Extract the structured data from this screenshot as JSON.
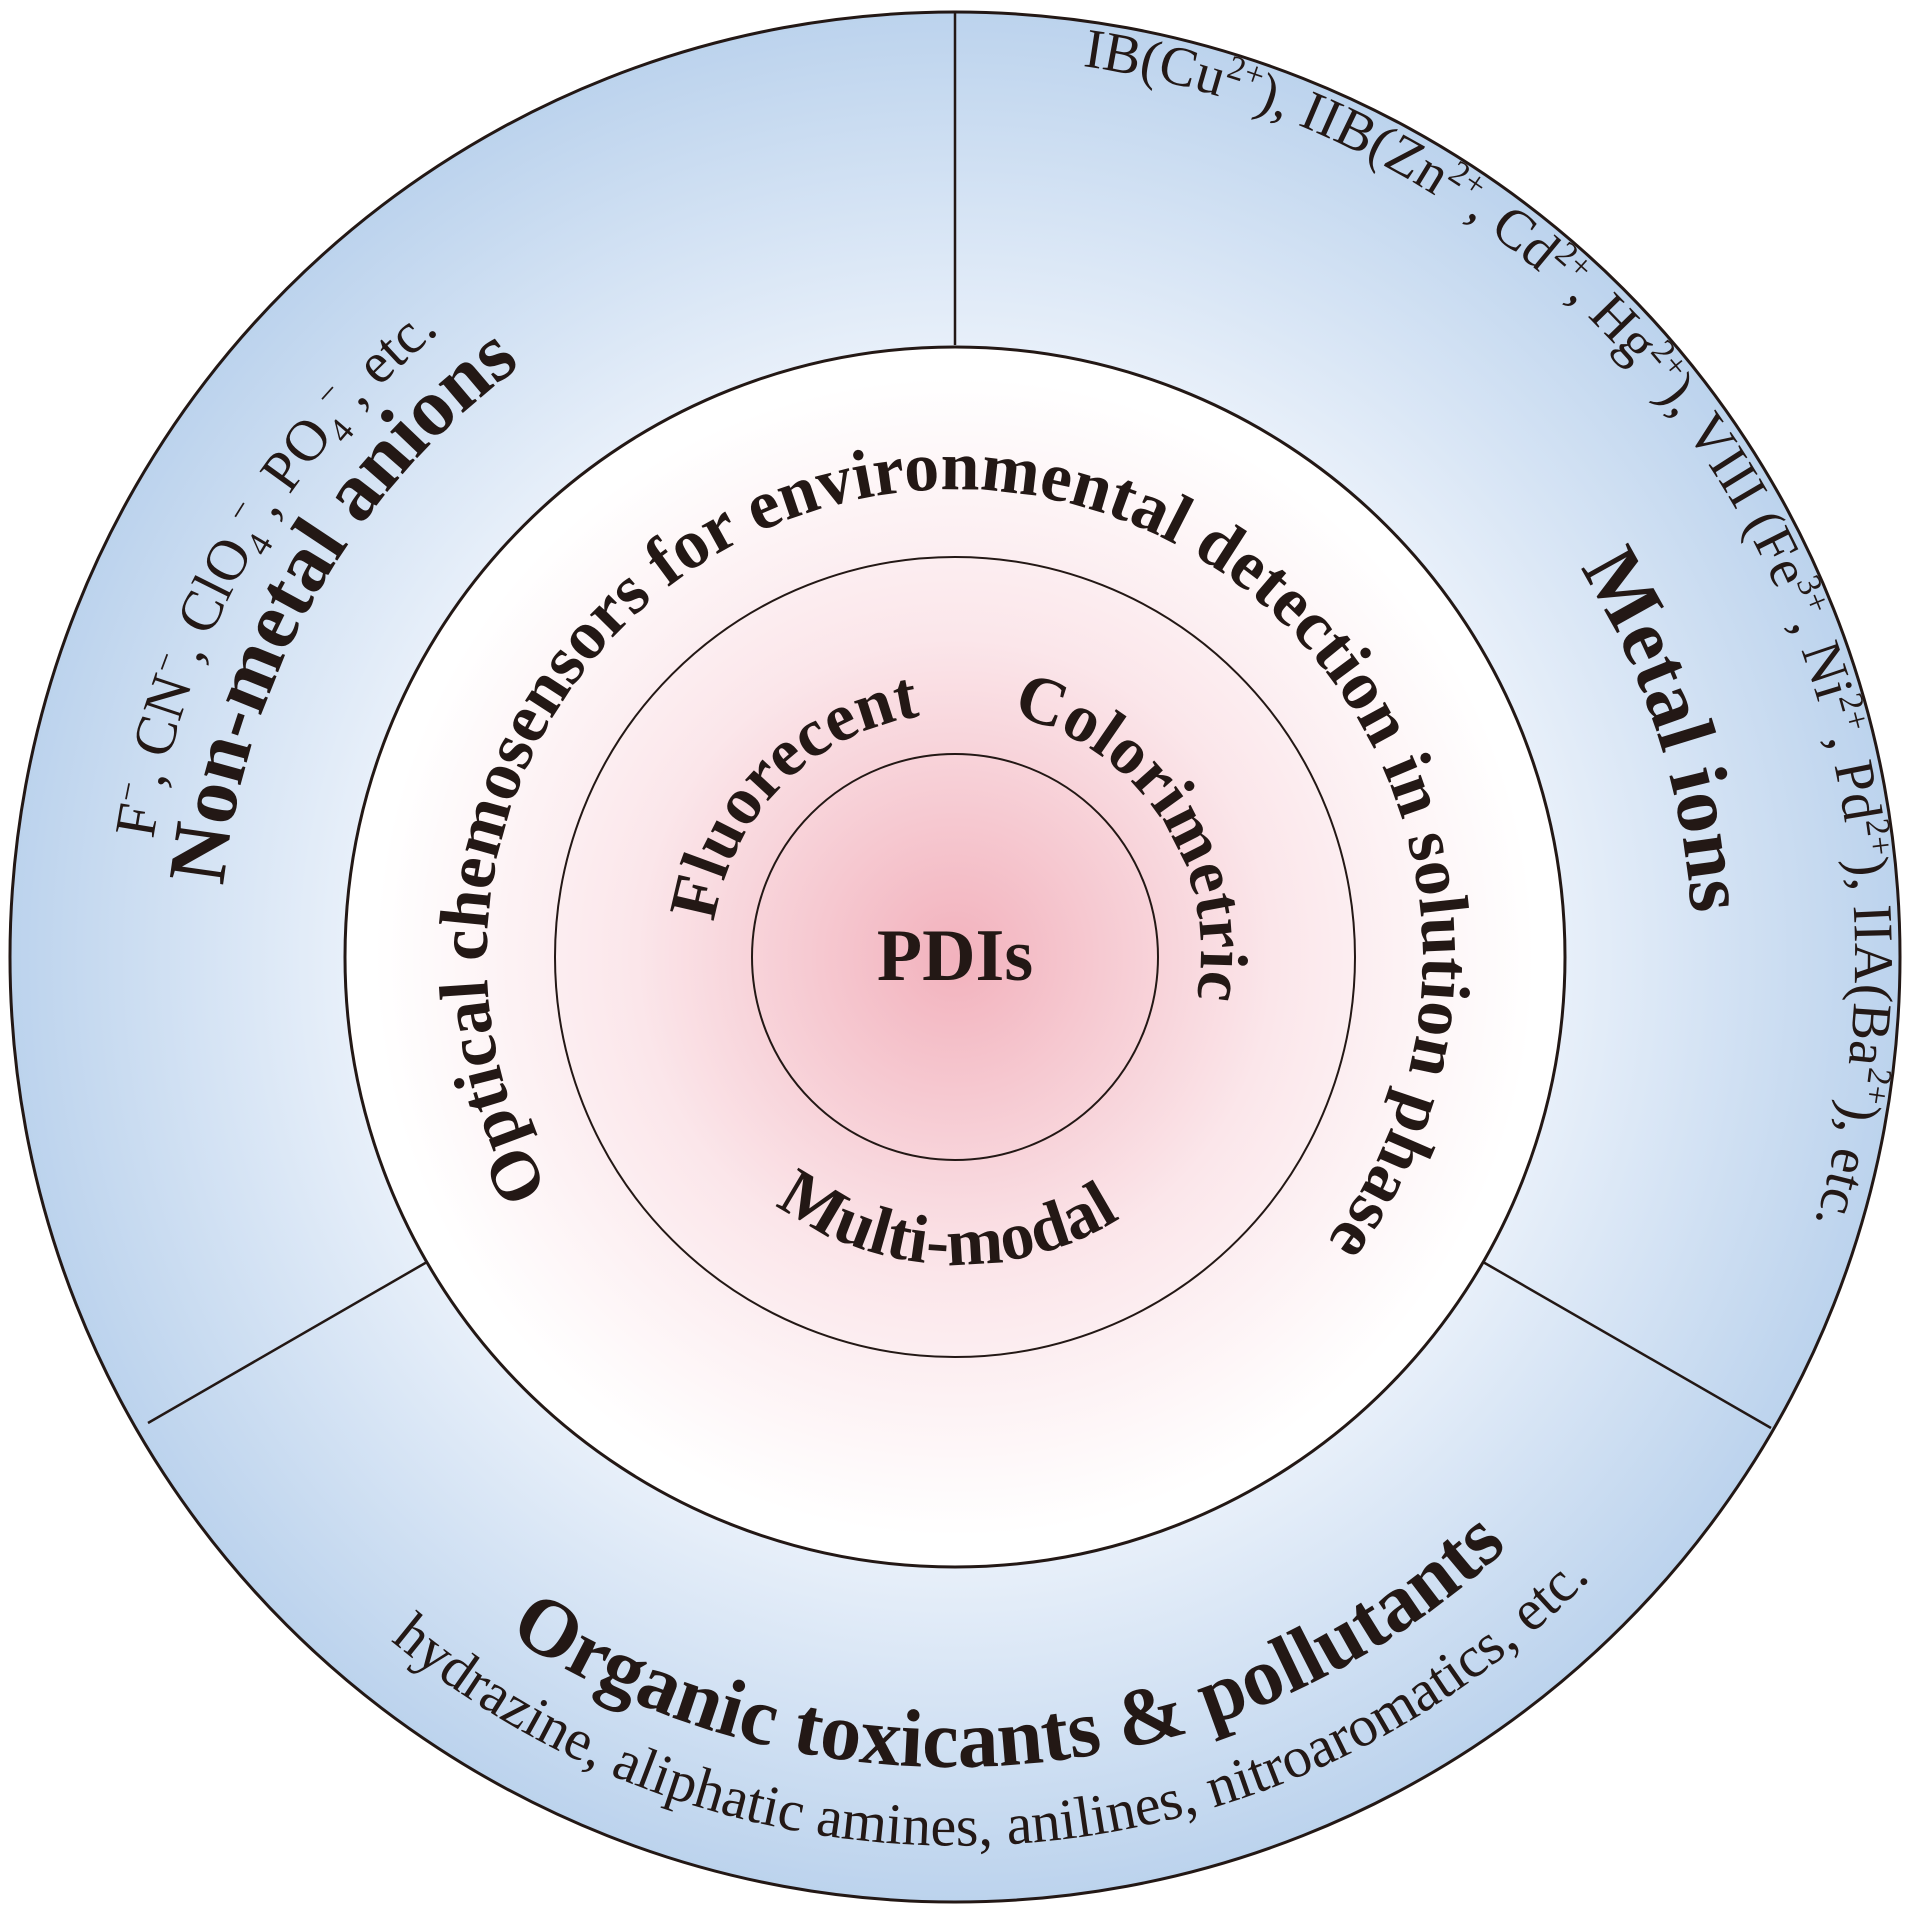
{
  "center": {
    "label": "PDIs"
  },
  "middle_ring": {
    "modes": [
      "Fluorecent",
      "Colorimetric",
      "Multi-modal"
    ]
  },
  "inner_ring": {
    "caption": "Optical chemosensors for environmental detection in solution phase"
  },
  "outer_ring": {
    "sectors": [
      {
        "title": "Non-metal anions",
        "examples_segments": [
          {
            "t": "F"
          },
          {
            "t": "−",
            "sup": true
          },
          {
            "t": ", CN"
          },
          {
            "t": "−",
            "sup": true
          },
          {
            "t": ", ClO"
          },
          {
            "t": "4",
            "sub": true
          },
          {
            "t": "−",
            "sup": true
          },
          {
            "t": ", PO"
          },
          {
            "t": "4",
            "sub": true
          },
          {
            "t": "−",
            "sup": true
          },
          {
            "t": ", etc."
          }
        ]
      },
      {
        "title": "Metal ions",
        "examples_segments": [
          {
            "t": "IB(Cu"
          },
          {
            "t": "2+",
            "sup": true
          },
          {
            "t": "), IIB(Zn"
          },
          {
            "t": "2+",
            "sup": true
          },
          {
            "t": ", Cd"
          },
          {
            "t": "2+",
            "sup": true
          },
          {
            "t": ", Hg"
          },
          {
            "t": "2+",
            "sup": true
          },
          {
            "t": "), VIII (Fe"
          },
          {
            "t": "3+",
            "sup": true
          },
          {
            "t": ", Ni"
          },
          {
            "t": "2+",
            "sup": true
          },
          {
            "t": ", Pd"
          },
          {
            "t": "2+",
            "sup": true
          },
          {
            "t": "), IIA(Ba"
          },
          {
            "t": "2+",
            "sup": true
          },
          {
            "t": "), etc."
          }
        ]
      },
      {
        "title": "Organic toxicants & pollutants",
        "examples": "hydrazine, aliphatic amines, anilines, nitroaromatics, etc."
      }
    ]
  },
  "colors": {
    "outer_center": "#ffffff",
    "outer_edge": "#bcd3ed",
    "inner_center": "#f2b2bd",
    "inner_mid": "#fbe6ea",
    "inner_edge": "#ffffff",
    "line": "#231815",
    "text": "#231815"
  }
}
